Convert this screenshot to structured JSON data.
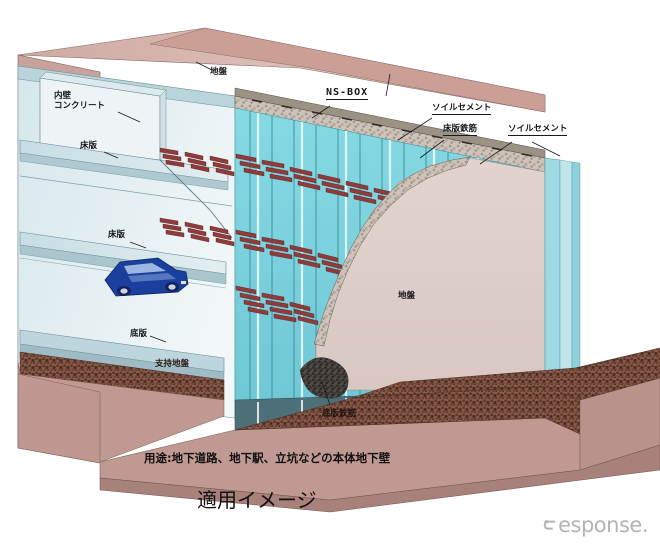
{
  "figure": {
    "title": "適用イメージ",
    "usage_note": "用途:地下道路、地下駅、立坑などの本体地下壁",
    "watermark": "esponse.",
    "watermark_icon": "response-arrow-logo"
  },
  "labels": {
    "inner_wall_concrete": "内壁\nコンクリート",
    "inner_wall_concrete_line1": "内壁",
    "inner_wall_concrete_line2": "コンクリート",
    "ground_top": "地盤",
    "ground_right": "地盤",
    "floor_slab_upper": "床版",
    "floor_slab_lower": "床版",
    "bottom_slab": "底版",
    "bearing_ground": "支持地盤",
    "ns_box": "NS-BOX",
    "soil_cement_1": "ソイルセメント",
    "floor_slab_rebar": "床版鉄筋",
    "soil_cement_2": "ソイルセメント",
    "bottom_slab_rebar": "底版鉄筋"
  },
  "colors": {
    "wall_cyan": "#7fd5e0",
    "wall_cyan_dark": "#5bbecb",
    "concrete_gray": "#d8d2cb",
    "ground_pink": "#c9a39b",
    "ground_tan": "#ded2cc",
    "rebar_red": "#8b3a3a",
    "slab_blue_gray": "#b8d4dc",
    "car_blue": "#1b3f9e",
    "gravel_brown": "#6b4436",
    "dark_slab": "#4a6b72"
  }
}
